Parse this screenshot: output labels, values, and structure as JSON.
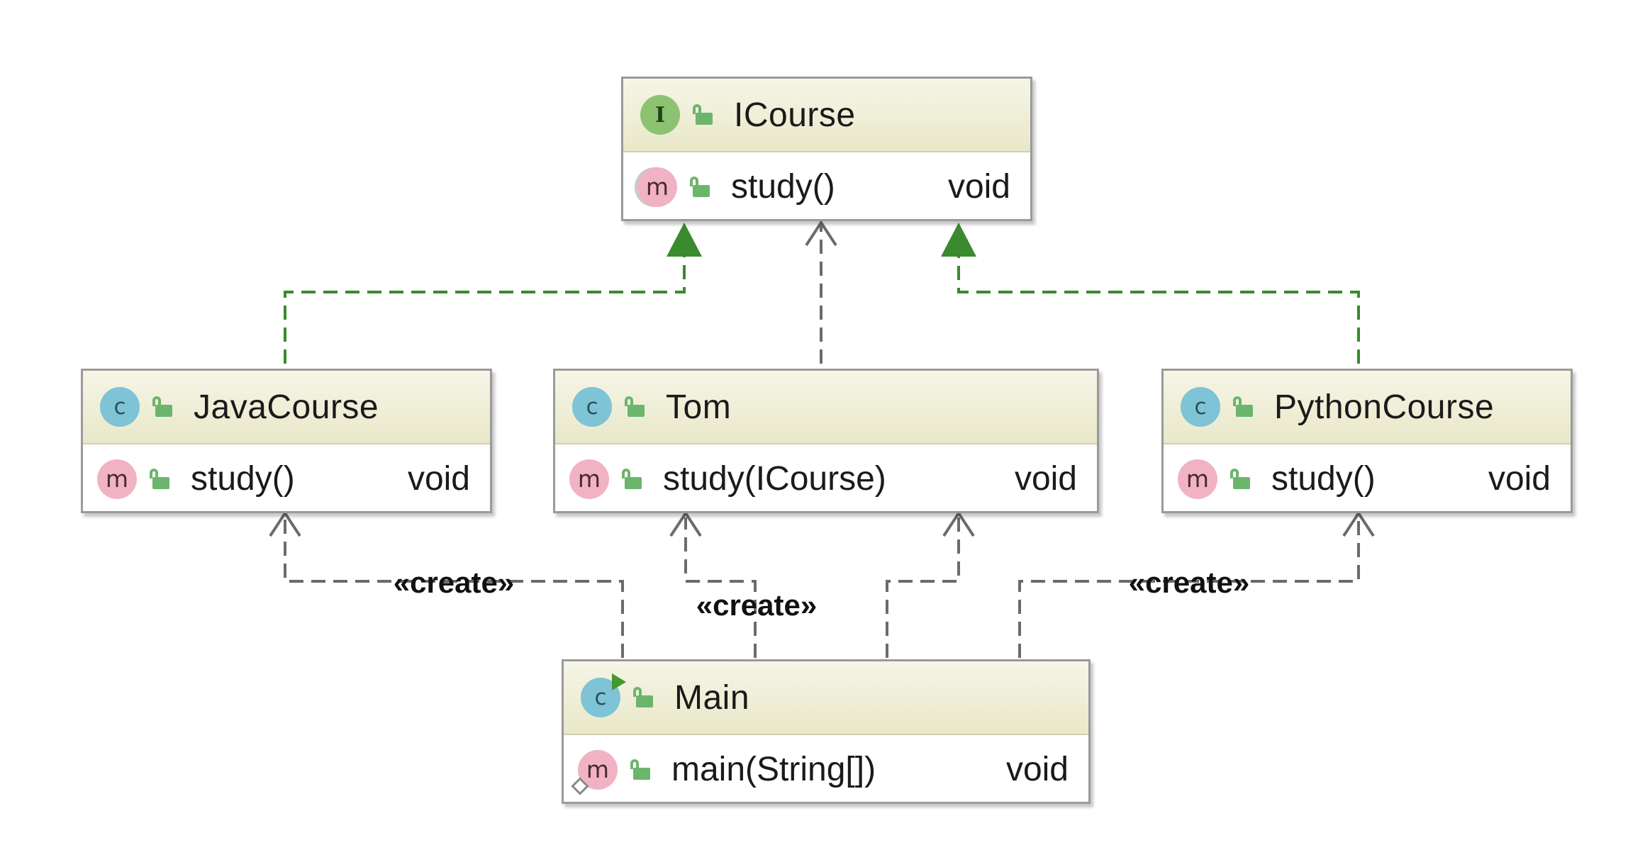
{
  "diagram": {
    "nodes": [
      {
        "id": "icourse",
        "kind": "interface",
        "kind_letter": "I",
        "title": "ICourse",
        "member": {
          "icon_letter": "m",
          "signature": "study()",
          "return_type": "void",
          "abstract": true
        }
      },
      {
        "id": "javacourse",
        "kind": "class",
        "kind_letter": "c",
        "title": "JavaCourse",
        "member": {
          "icon_letter": "m",
          "signature": "study()",
          "return_type": "void"
        }
      },
      {
        "id": "tom",
        "kind": "class",
        "kind_letter": "c",
        "title": "Tom",
        "member": {
          "icon_letter": "m",
          "signature": "study(ICourse)",
          "return_type": "void"
        }
      },
      {
        "id": "pythoncourse",
        "kind": "class",
        "kind_letter": "c",
        "title": "PythonCourse",
        "member": {
          "icon_letter": "m",
          "signature": "study()",
          "return_type": "void"
        }
      },
      {
        "id": "main",
        "kind": "runnable-class",
        "kind_letter": "c",
        "title": "Main",
        "member": {
          "icon_letter": "m",
          "signature": "main(String[])",
          "return_type": "void",
          "static": true
        }
      }
    ],
    "edges": [
      {
        "from": "javacourse",
        "to": "icourse",
        "type": "realization"
      },
      {
        "from": "tom",
        "to": "icourse",
        "type": "dependency"
      },
      {
        "from": "pythoncourse",
        "to": "icourse",
        "type": "realization"
      },
      {
        "from": "main",
        "to": "javacourse",
        "type": "dependency",
        "label": "«create»"
      },
      {
        "from": "main",
        "to": "tom",
        "type": "dependency",
        "label": "«create»"
      },
      {
        "from": "main",
        "to": "tom",
        "type": "dependency"
      },
      {
        "from": "main",
        "to": "pythoncourse",
        "type": "dependency",
        "label": "«create»"
      }
    ],
    "colors": {
      "realization": "#3a8a2e",
      "dependency": "#6b6b6b",
      "header_bg": "#ecebd0",
      "class_icon": "#7ec3d6",
      "interface_icon": "#8cc271",
      "method_icon": "#f1b3c3",
      "lock": "#6cb56c"
    },
    "icons": [
      "interface-icon",
      "class-icon",
      "method-icon",
      "public-lock-icon",
      "run-icon",
      "static-icon"
    ]
  }
}
